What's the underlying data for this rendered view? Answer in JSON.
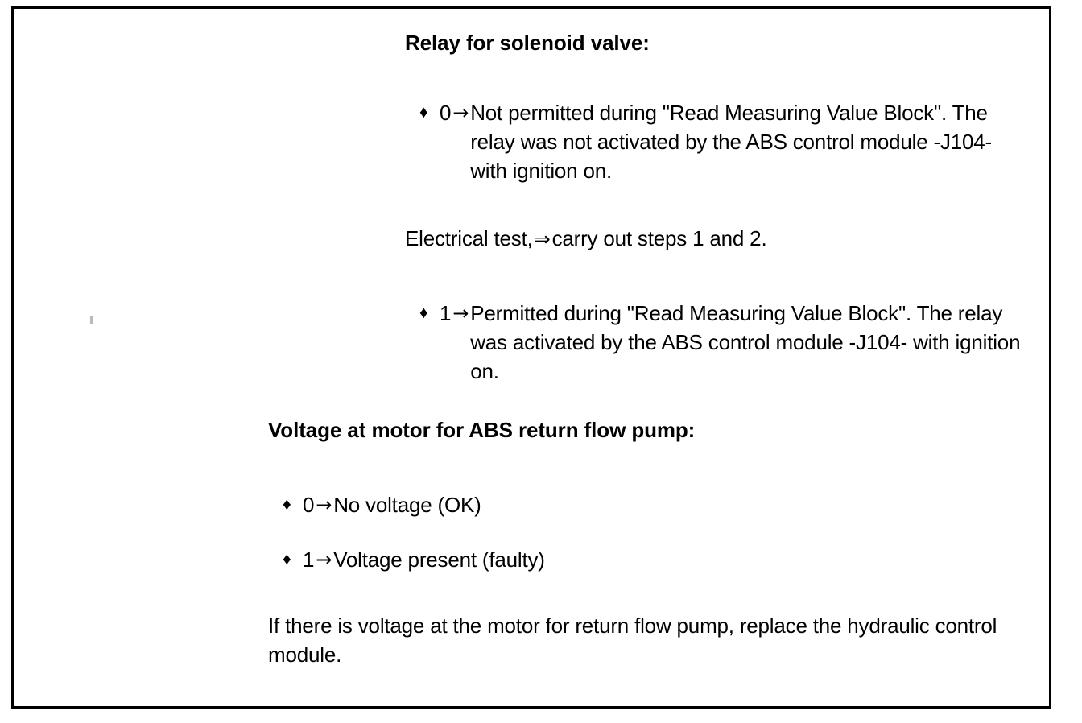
{
  "document": {
    "border_color": "#000000",
    "background_color": "#ffffff",
    "text_color": "#000000"
  },
  "glyphs": {
    "bullet": "♦",
    "arrow_single": "→",
    "arrow_double": "⇒"
  },
  "sections": {
    "relay": {
      "heading": "Relay for solenoid valve:",
      "bullets": [
        {
          "state": "0",
          "arrow": "→",
          "text": "Not permitted during \"Read Measuring Value Block\". The relay was not activated by the ABS control module -J104- with ignition on."
        },
        {
          "state": "1",
          "arrow": "→",
          "text": "Permitted during \"Read Measuring Value Block\". The relay was activated by the ABS control module -J104- with ignition on."
        }
      ],
      "electrical_test": {
        "prefix": "Electrical test,",
        "arrow": "⇒",
        "suffix": "carry out steps 1 and 2."
      }
    },
    "voltage": {
      "heading": "Voltage at motor for ABS return flow pump:",
      "bullets": [
        {
          "state": "0",
          "arrow": "→",
          "text": "No voltage (OK)"
        },
        {
          "state": "1",
          "arrow": "→",
          "text": " Voltage present (faulty)"
        }
      ],
      "closing_note": "If there is voltage at the motor for return flow pump, replace the hydraulic control module."
    }
  }
}
